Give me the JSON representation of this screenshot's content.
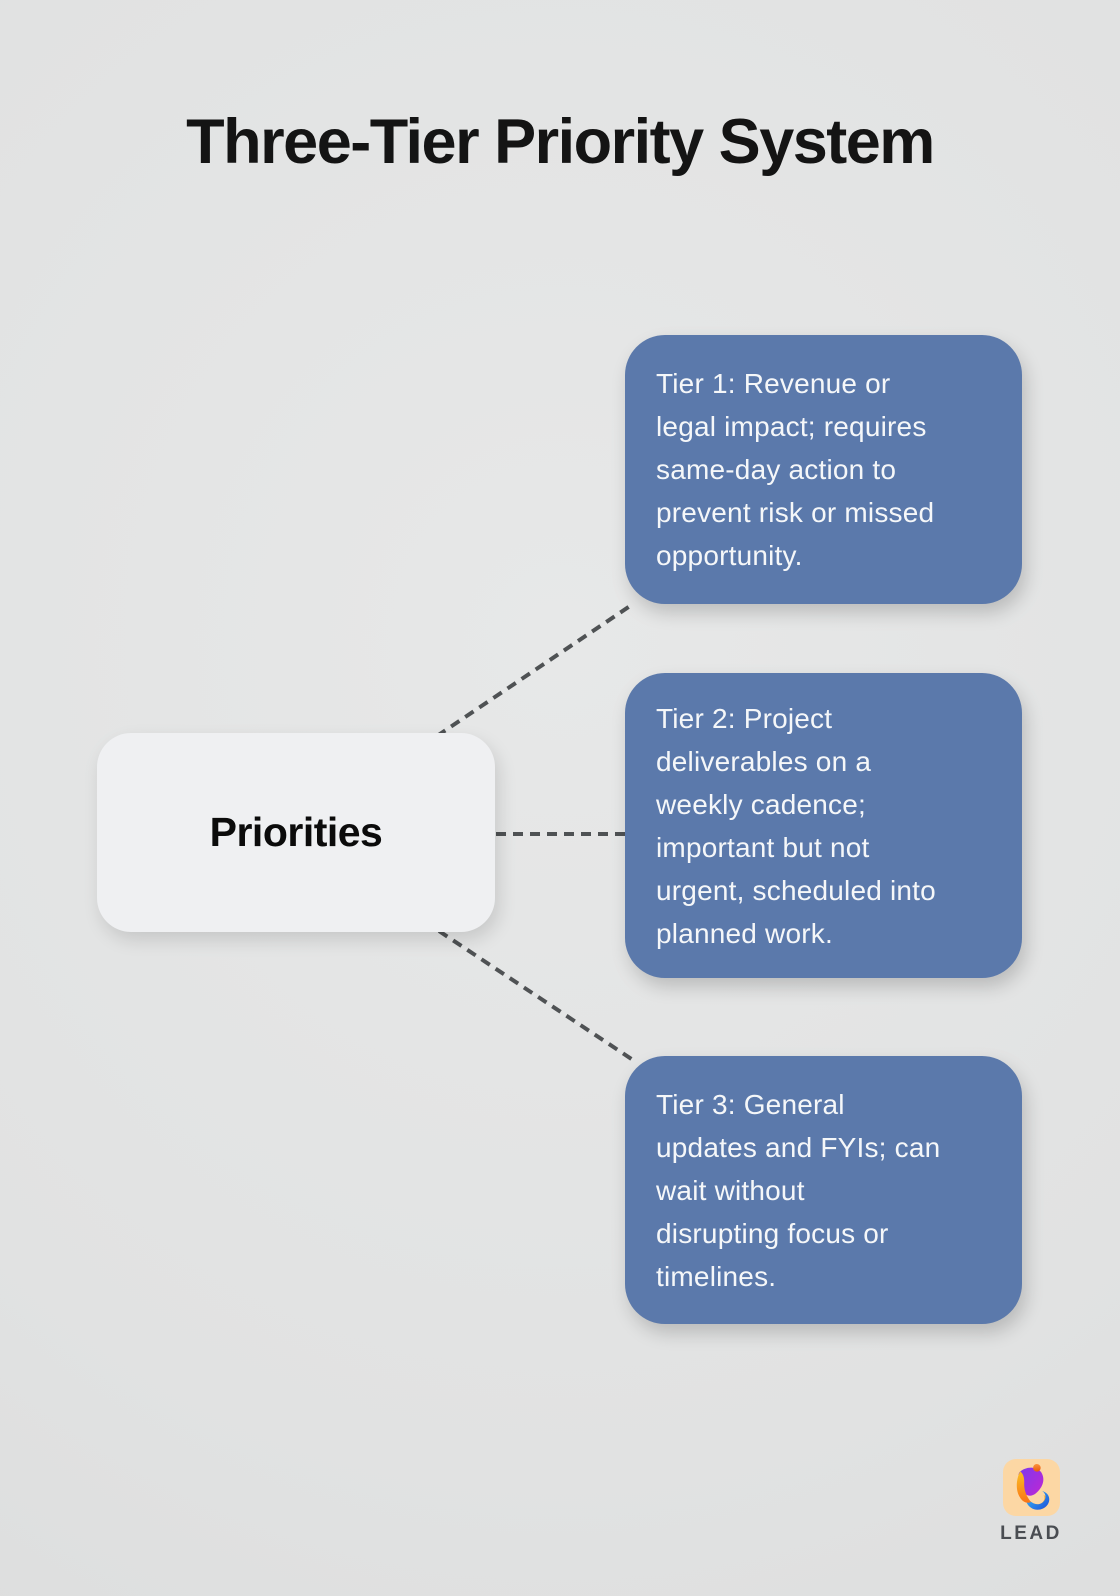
{
  "page": {
    "title": "Three-Tier Priority System",
    "background_color": "#e1e2e2"
  },
  "diagram": {
    "root_node": {
      "label": "Priorities"
    },
    "tiers": [
      {
        "name": "Tier 1",
        "text": "Tier 1: Revenue or\nlegal impact; requires\nsame-day action to\nprevent risk or missed\nopportunity."
      },
      {
        "name": "Tier 2",
        "text": "Tier 2: Project\ndeliverables on a\nweekly cadence;\nimportant but not\nurgent, scheduled into\nplanned work."
      },
      {
        "name": "Tier 3",
        "text": "Tier 3: General\nupdates and FYIs; can\nwait without\ndisrupting focus or\ntimelines."
      }
    ],
    "colors": {
      "tier_box": "#5b79ab",
      "tier_text": "#f5f7f9",
      "root_box": "#eff0f2",
      "root_text": "#0b0b0b",
      "connector": "#4f5254",
      "title_text": "#141414"
    }
  },
  "branding": {
    "logo_text": "LEAD",
    "logo_badge_color": "#fcd7a4",
    "logo_dot_color": "#ea580c"
  }
}
